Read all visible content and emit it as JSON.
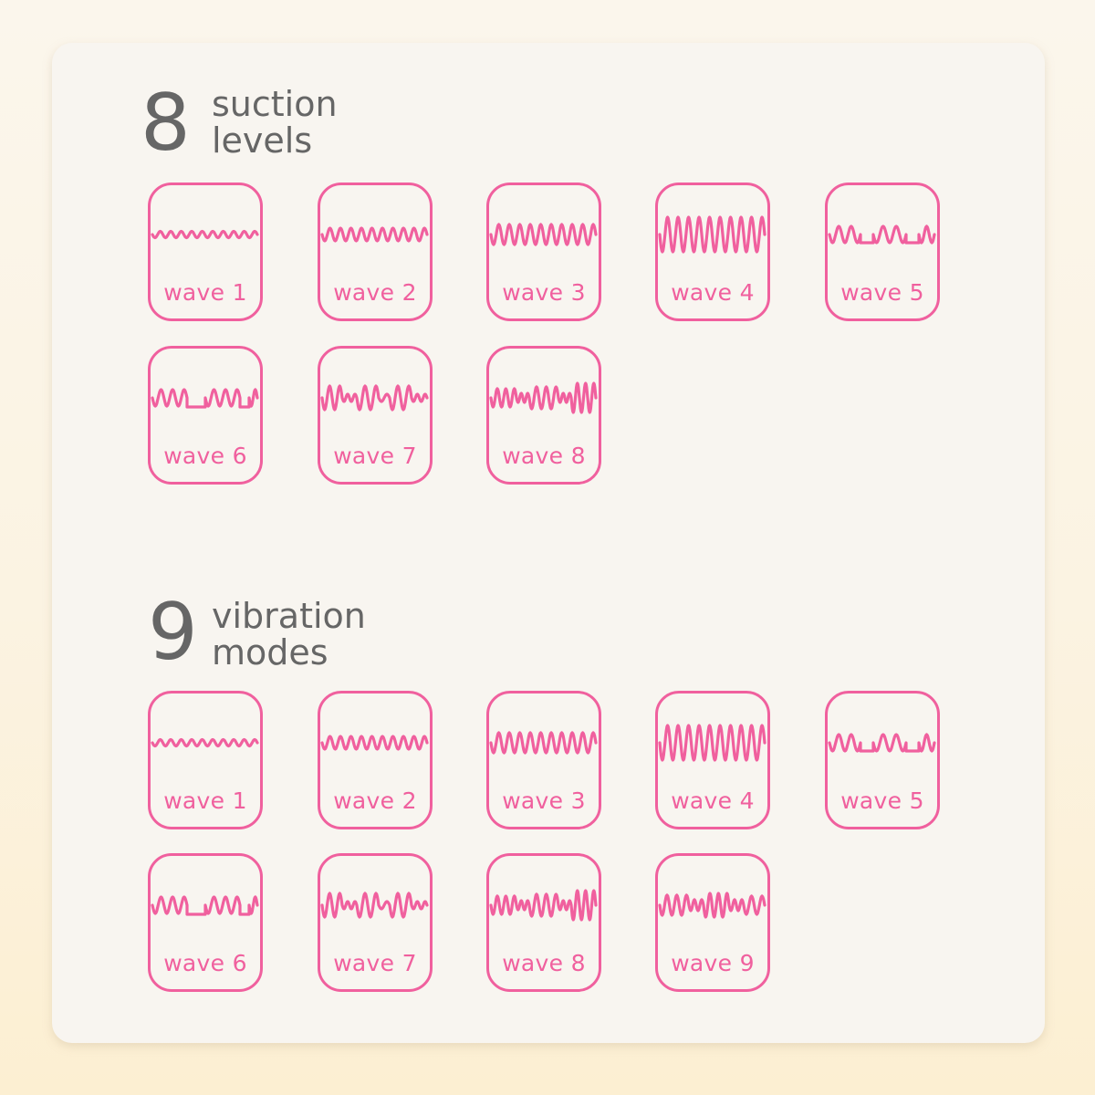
{
  "colors": {
    "accent": "#f0609e",
    "text": "#666666",
    "panel": "#f8f5f0"
  },
  "sections": [
    {
      "number": "8",
      "line1": "suction",
      "line2": "levels",
      "tiles": [
        {
          "label": "wave 1",
          "pattern": "low"
        },
        {
          "label": "wave 2",
          "pattern": "medium"
        },
        {
          "label": "wave 3",
          "pattern": "high"
        },
        {
          "label": "wave 4",
          "pattern": "max"
        },
        {
          "label": "wave 5",
          "pattern": "pulse"
        },
        {
          "label": "wave 6",
          "pattern": "pulse-long"
        },
        {
          "label": "wave 7",
          "pattern": "burst"
        },
        {
          "label": "wave 8",
          "pattern": "escalate"
        }
      ]
    },
    {
      "number": "9",
      "line1": "vibration",
      "line2": "modes",
      "tiles": [
        {
          "label": "wave 1",
          "pattern": "low"
        },
        {
          "label": "wave 2",
          "pattern": "medium"
        },
        {
          "label": "wave 3",
          "pattern": "high"
        },
        {
          "label": "wave 4",
          "pattern": "max"
        },
        {
          "label": "wave 5",
          "pattern": "pulse"
        },
        {
          "label": "wave 6",
          "pattern": "pulse-long"
        },
        {
          "label": "wave 7",
          "pattern": "burst"
        },
        {
          "label": "wave 8",
          "pattern": "escalate"
        },
        {
          "label": "wave 9",
          "pattern": "escalate-2"
        }
      ]
    }
  ]
}
